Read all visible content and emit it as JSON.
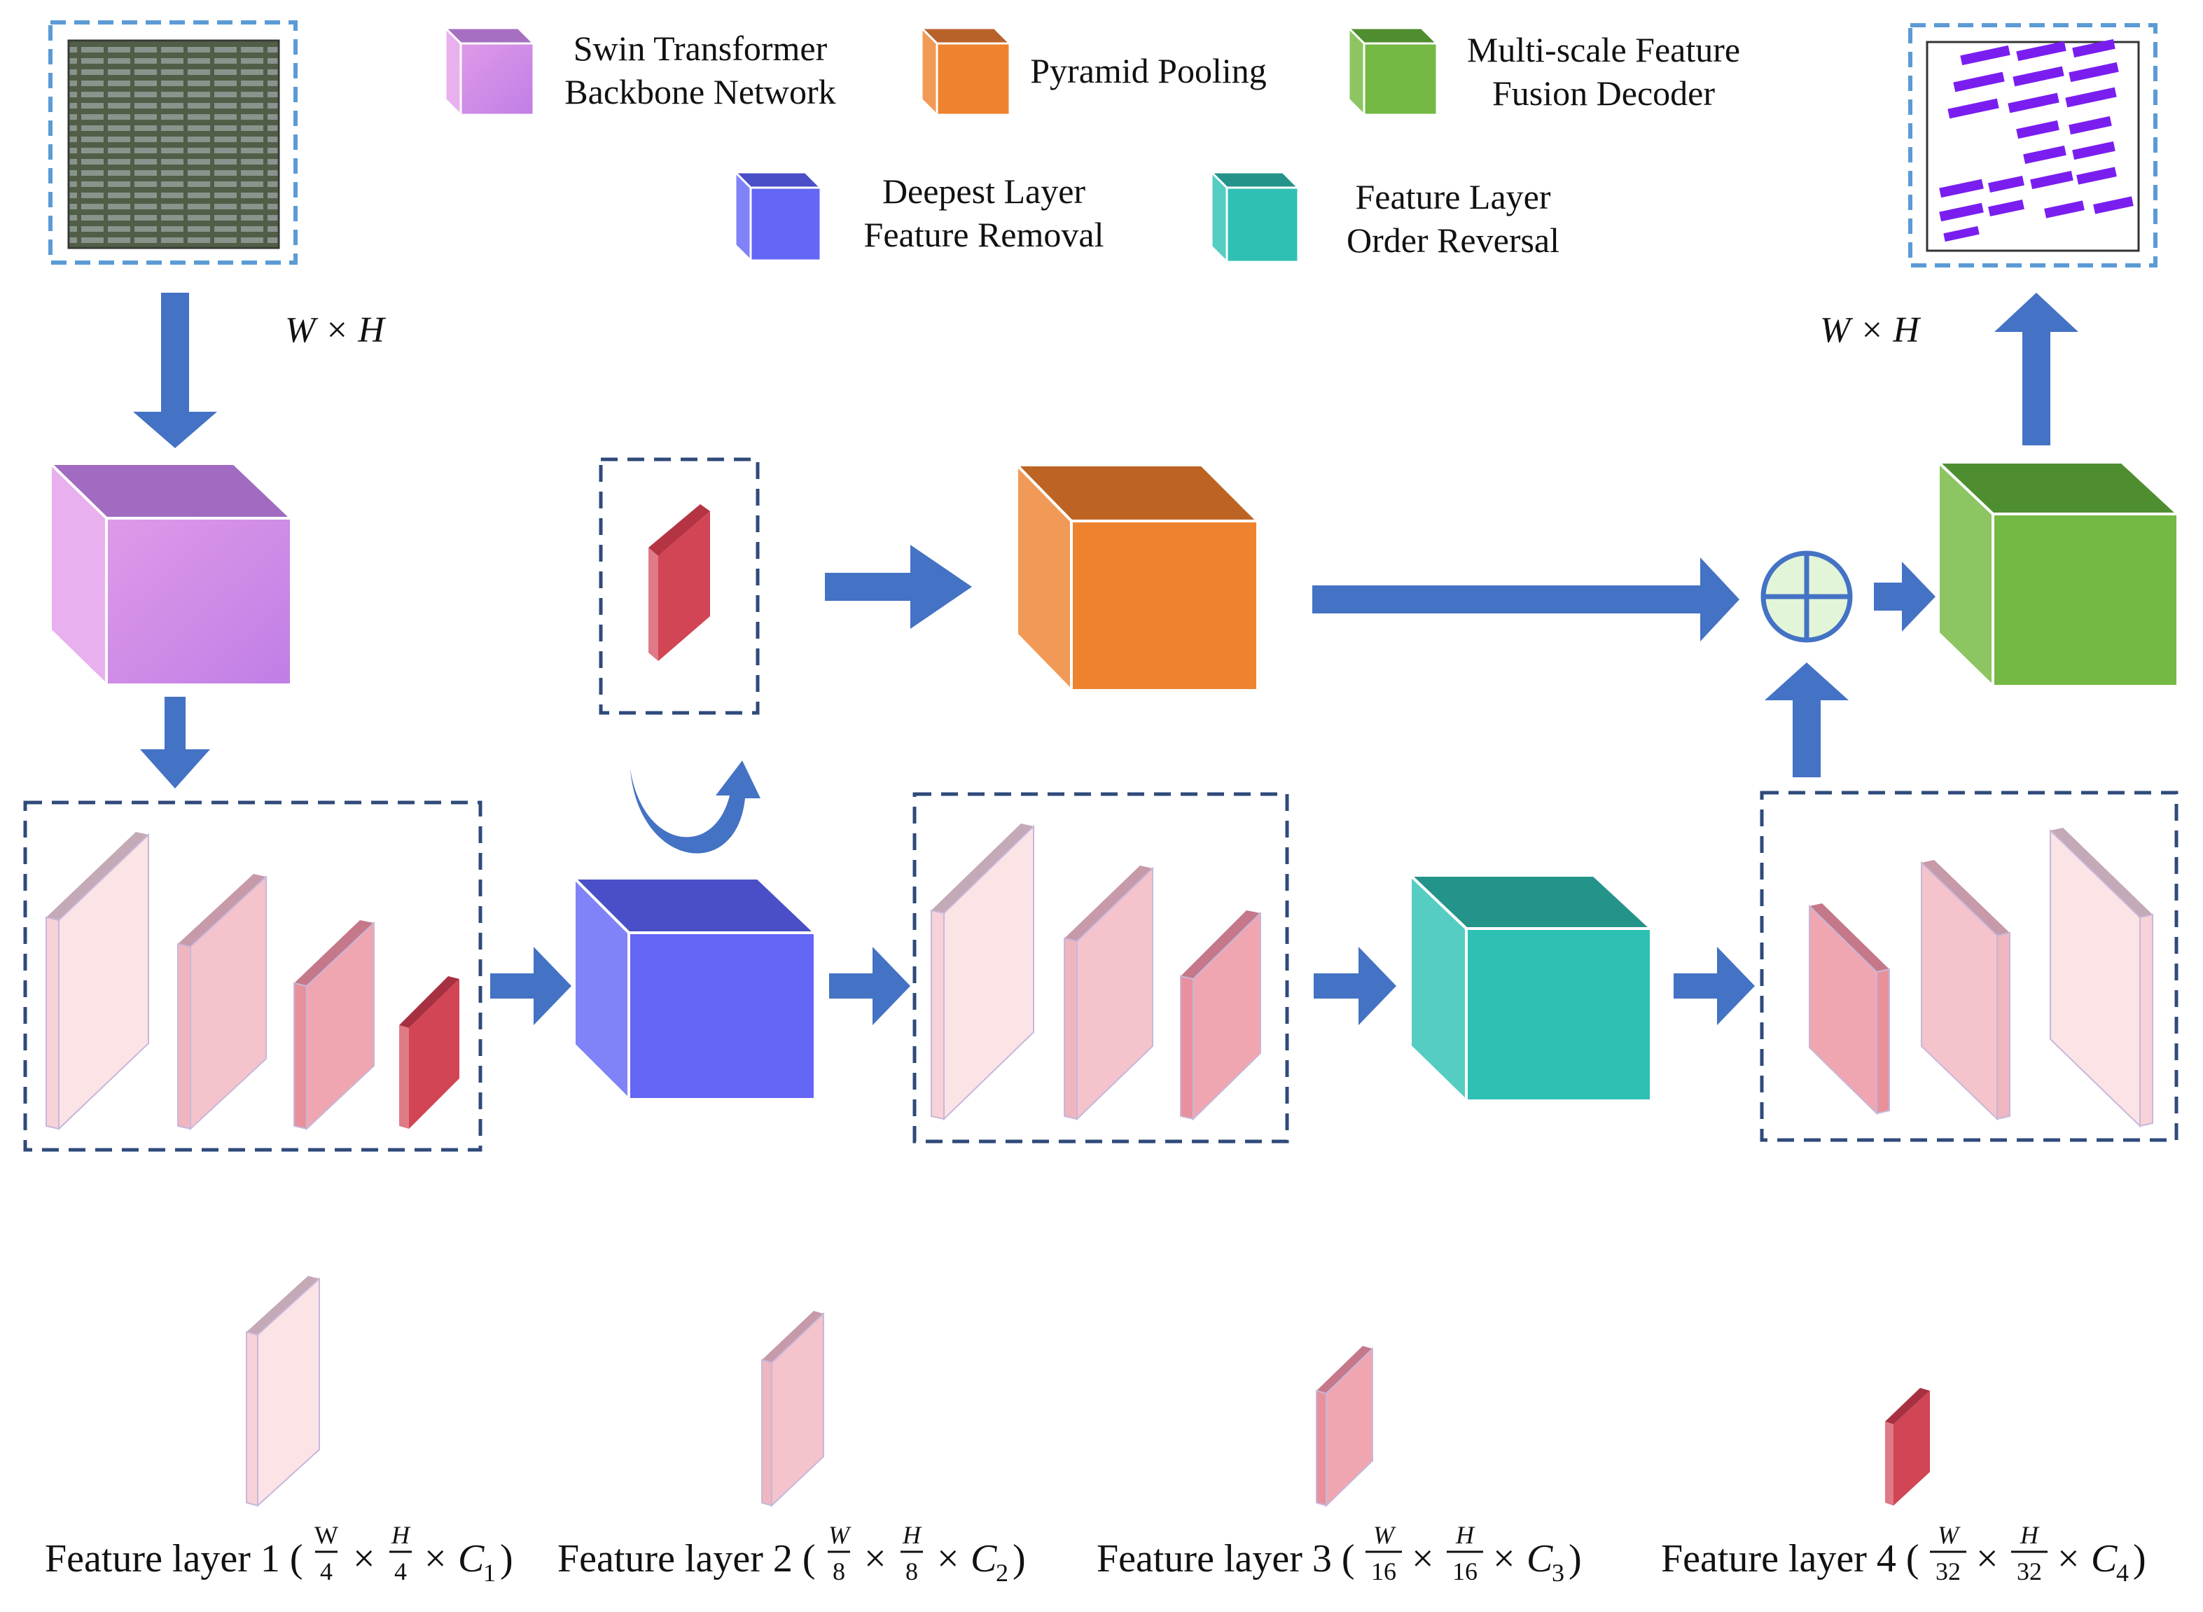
{
  "legend": {
    "swin": {
      "line1": "Swin Transformer",
      "line2": "Backbone Network",
      "color": "#d58ee6"
    },
    "pyramid": {
      "line1": "Pyramid Pooling",
      "color": "#ee832f"
    },
    "decoder": {
      "line1": "Multi-scale Feature",
      "line2": "Fusion Decoder",
      "color": "#74b943"
    },
    "deepest": {
      "line1": "Deepest Layer",
      "line2": "Feature Removal",
      "color": "#6466f5"
    },
    "reversal": {
      "line1": "Feature Layer",
      "line2": "Order Reversal",
      "color": "#2fc0b4"
    }
  },
  "dimensions": {
    "input": "W × H",
    "output": "W × H"
  },
  "symbols": {
    "fusion": "⊕"
  },
  "captions": [
    {
      "prefix": "Feature layer 1 (",
      "w_num": "W",
      "w_den": "4",
      "h_num": "H",
      "h_den": "4",
      "c": "C",
      "c_sub": "1",
      "suffix": ")",
      "times": "×"
    },
    {
      "prefix": "Feature layer 2 (",
      "w_num": "W",
      "w_den": "8",
      "h_num": "H",
      "h_den": "8",
      "c": "C",
      "c_sub": "2",
      "suffix": ")",
      "times": "×"
    },
    {
      "prefix": "Feature layer 3 (",
      "w_num": "W",
      "w_den": "16",
      "h_num": "H",
      "h_den": "16",
      "c": "C",
      "c_sub": "3",
      "suffix": ")",
      "times": "×"
    },
    {
      "prefix": "Feature layer 4 (",
      "w_num": "W",
      "w_den": "32",
      "h_num": "H",
      "h_den": "32",
      "c": "C",
      "c_sub": "4",
      "suffix": ")",
      "times": "×"
    }
  ],
  "colors": {
    "arrow": "#4472c4",
    "dash": "#2f4a7a",
    "dash_light": "#5b9bd5",
    "layer1": "#fbe3e6",
    "layer2": "#f5c3cb",
    "layer3": "#f0a6b0",
    "layer4": "#d14554"
  }
}
